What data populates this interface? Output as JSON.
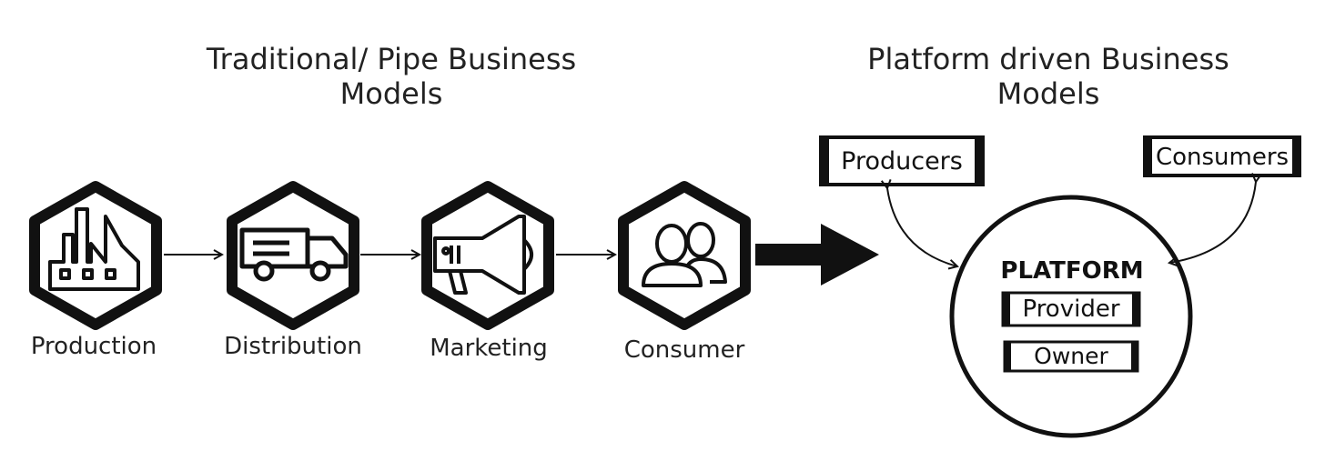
{
  "titles": {
    "traditional_line1": "Traditional/ Pipe Business",
    "traditional_line2": "Models",
    "platform_line1": "Platform driven Business",
    "platform_line2": "Models"
  },
  "pipeline": {
    "steps": [
      {
        "label": "Production",
        "icon": "factory-icon"
      },
      {
        "label": "Distribution",
        "icon": "truck-icon"
      },
      {
        "label": "Marketing",
        "icon": "megaphone-icon"
      },
      {
        "label": "Consumer",
        "icon": "users-icon"
      }
    ]
  },
  "platform": {
    "producers_label": "Producers",
    "consumers_label": "Consumers",
    "center_title": "PLATFORM",
    "provider_label": "Provider",
    "owner_label": "Owner"
  },
  "colors": {
    "ink": "#111111",
    "text": "#222222",
    "background": "#ffffff"
  }
}
